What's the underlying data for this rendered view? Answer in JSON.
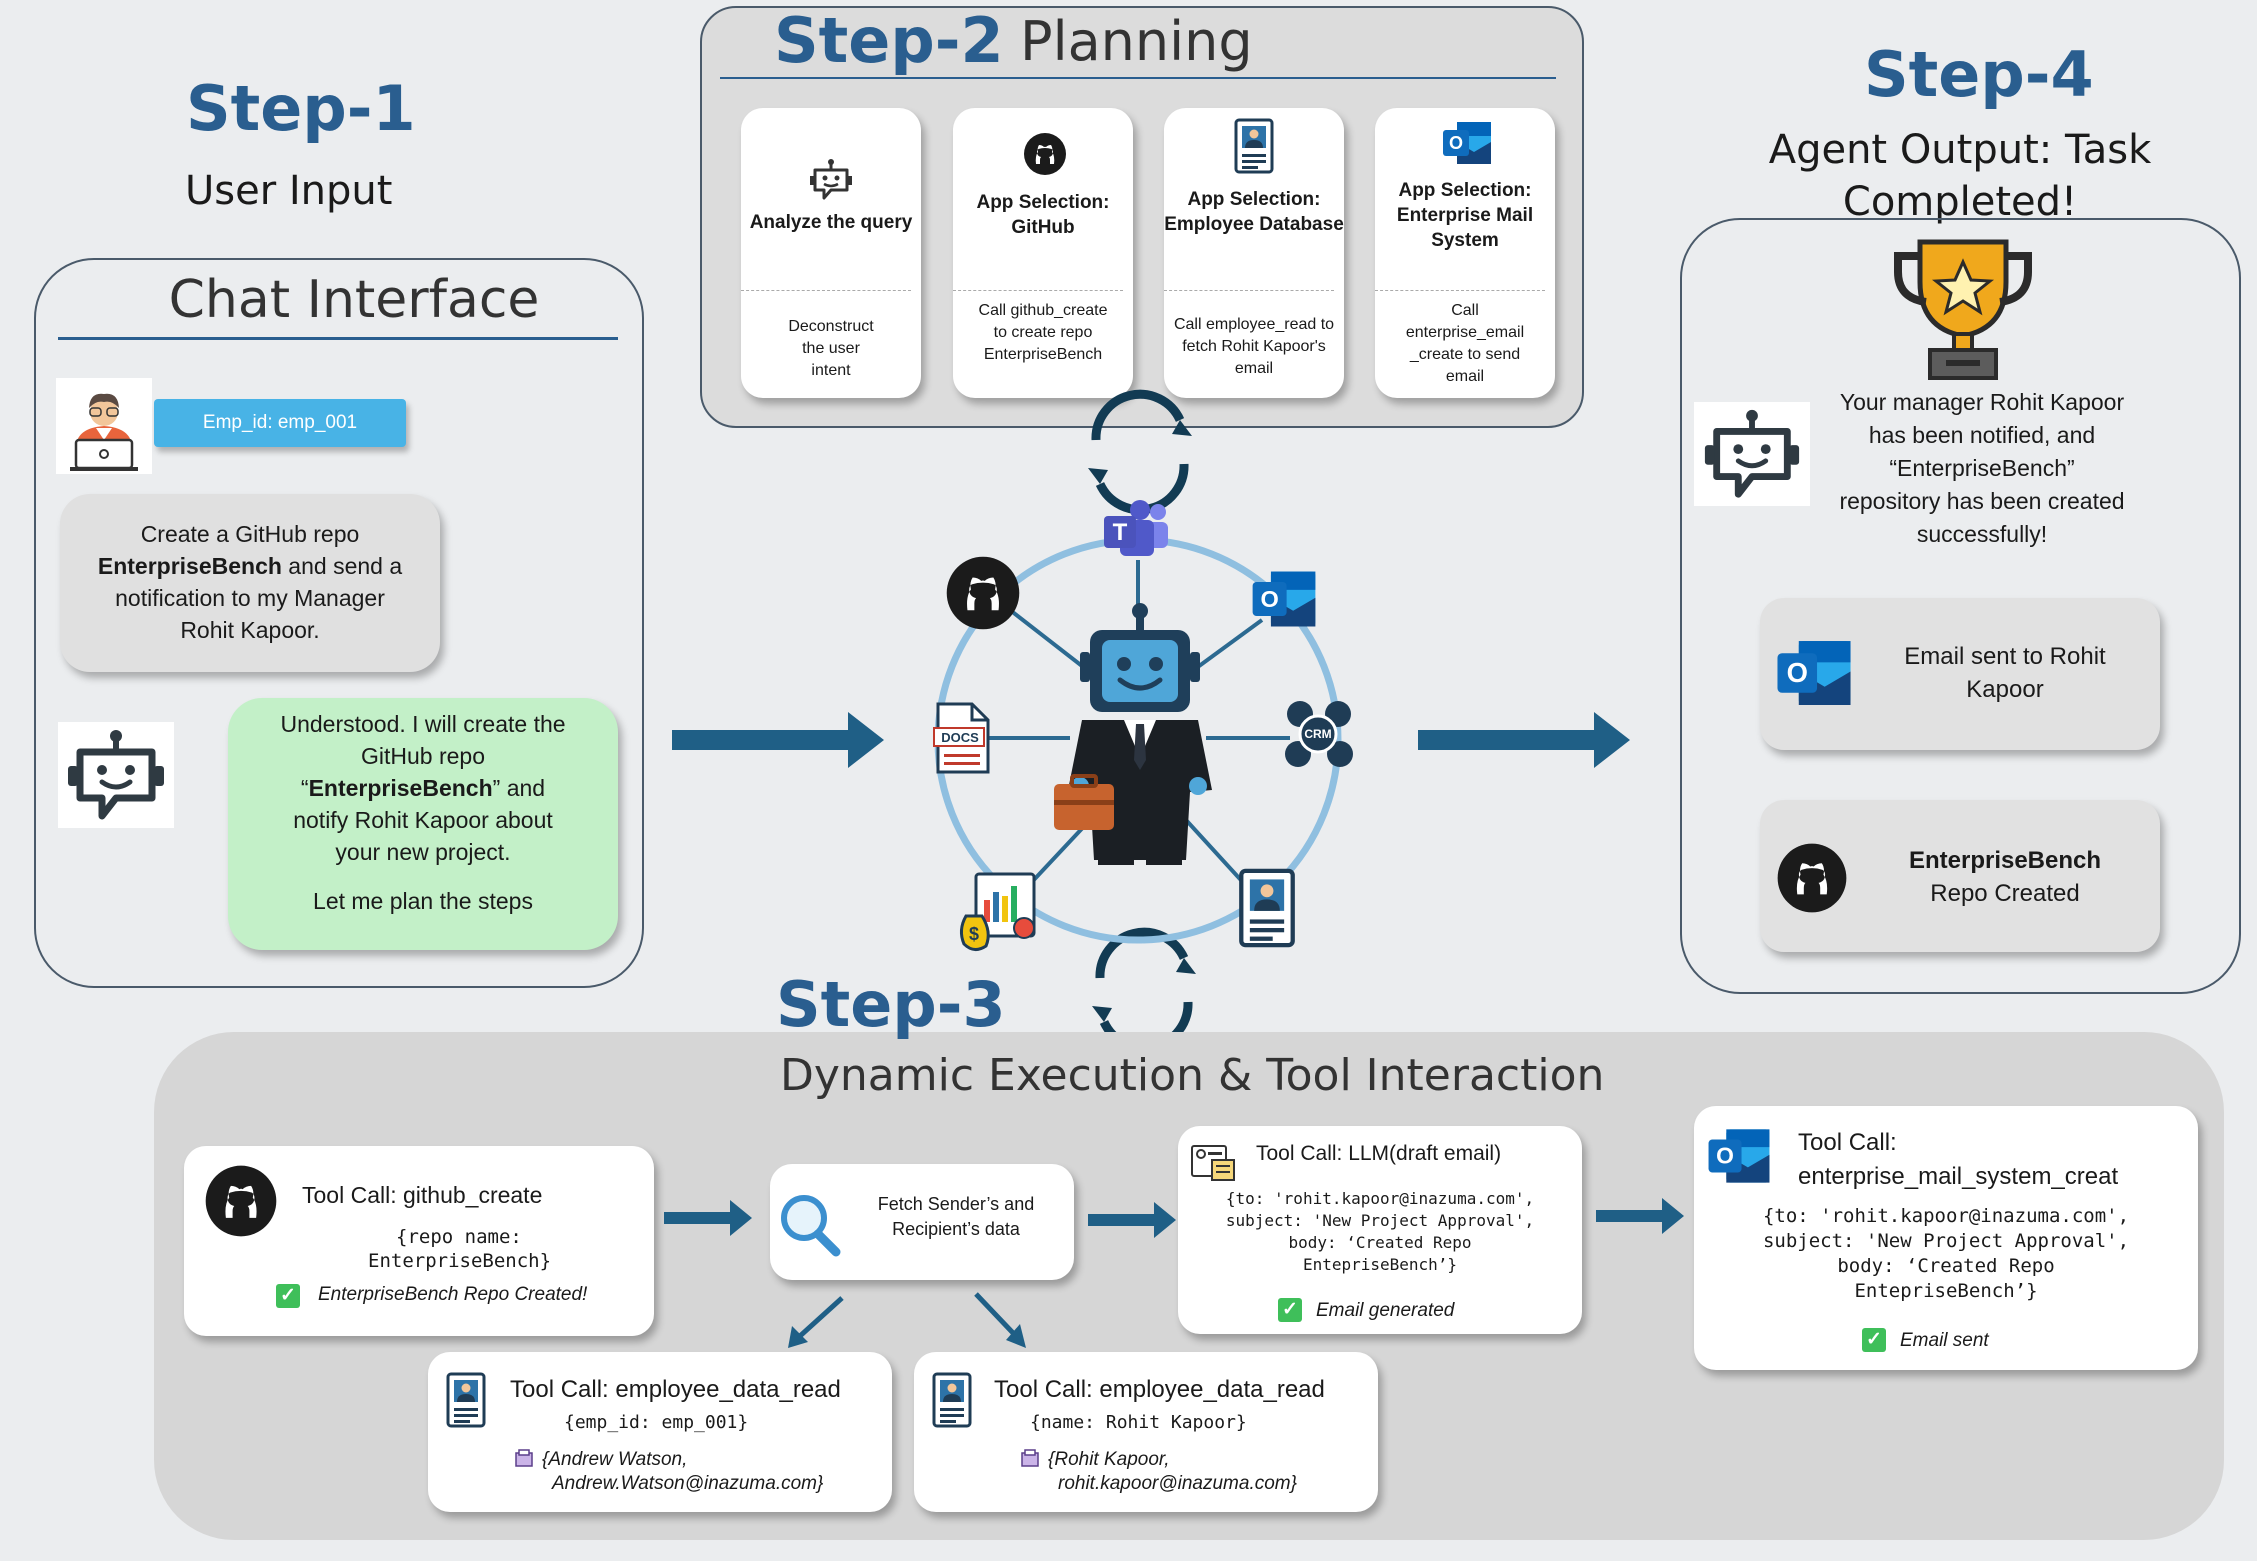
{
  "step1": {
    "title": "Step-1",
    "subtitle": "User Input"
  },
  "chat": {
    "title": "Chat Interface",
    "emp_id": "Emp_id: emp_001",
    "user_message": {
      "line1": "Create a GitHub repo",
      "bold": "EnterpriseBench",
      "rest1": " and send a",
      "line3": "notification to my Manager",
      "line4": "Rohit Kapoor."
    },
    "agent_reply": {
      "line1": "Understood. I will create the",
      "line2": "GitHub repo",
      "quote_open": "“",
      "bold": "EnterpriseBench",
      "quote_close": "” and",
      "line4": "notify Rohit Kapoor about",
      "line5": "your new project.",
      "line6": "Let me plan the steps"
    }
  },
  "step2": {
    "title": "Step-2",
    "subtitle": "Planning",
    "cards": [
      {
        "title": "Analyze the query",
        "desc": "Deconstruct the user intent",
        "icon": "robot-icon"
      },
      {
        "title": "App Selection: GitHub",
        "desc": "Call github_create to create repo EnterpriseBench",
        "icon": "github-icon"
      },
      {
        "title": "App Selection: Employee Database",
        "desc": "Call employee_read to fetch Rohit Kapoor's email",
        "icon": "employee-id-icon"
      },
      {
        "title": "App Selection: Enterprise Mail System",
        "desc": "Call enterprise_email _create to send email",
        "icon": "outlook-icon"
      }
    ]
  },
  "hub": {
    "docs_label": "DOCS",
    "crm_label": "CRM"
  },
  "step3": {
    "title": "Step-3",
    "subtitle": "Dynamic Execution & Tool Interaction",
    "github_call": {
      "title": "Tool Call: github_create",
      "args1": "{repo name:",
      "args2": "EnterpriseBench}",
      "result": "EnterpriseBench Repo Created!"
    },
    "fetch": {
      "label1": "Fetch Sender’s and",
      "label2": "Recipient’s data"
    },
    "emp_read_1": {
      "title": "Tool Call: employee_data_read",
      "args": "{emp_id: emp_001}",
      "result1": "{Andrew Watson,",
      "result2": "Andrew.Watson@inazuma.com}"
    },
    "emp_read_2": {
      "title": "Tool Call: employee_data_read",
      "args": "{name: Rohit Kapoor}",
      "result1": "{Rohit Kapoor,",
      "result2": "rohit.kapoor@inazuma.com}"
    },
    "llm_call": {
      "title": "Tool Call: LLM(draft email)",
      "args1": "{to: 'rohit.kapoor@inazuma.com',",
      "args2": "subject: 'New Project Approval',",
      "args3": "body: ‘Created Repo",
      "args4": "EntepriseBench’}",
      "result": "Email generated"
    },
    "mail_call": {
      "title1": "Tool Call:",
      "title2": "enterprise_mail_system_creat",
      "args1": "{to: 'rohit.kapoor@inazuma.com',",
      "args2": "subject: 'New Project Approval',",
      "args3": "body: ‘Created Repo",
      "args4": "EntepriseBench’}",
      "result": "Email sent"
    }
  },
  "step4": {
    "title": "Step-4",
    "subtitle1": "Agent Output: Task",
    "subtitle2": "Completed!",
    "message": [
      "Your manager Rohit Kapoor",
      "has been notified, and",
      "“EnterpriseBench”",
      "repository has been created",
      "successfully!"
    ],
    "email_card": {
      "line1": "Email sent to Rohit",
      "line2": "Kapoor"
    },
    "repo_card": {
      "bold": "EnterpriseBench",
      "line2": "Repo Created"
    }
  },
  "colors": {
    "step_blue": "#2a5e8f",
    "arrow_blue": "#1f5f86",
    "emp_badge": "#48b3e6",
    "agent_bubble": "#c3f0c8",
    "user_bubble": "#e0e0e0",
    "check_green": "#3fbf5a",
    "outlook_blue": "#0f6cbd",
    "trophy_gold": "#f0a81c"
  }
}
